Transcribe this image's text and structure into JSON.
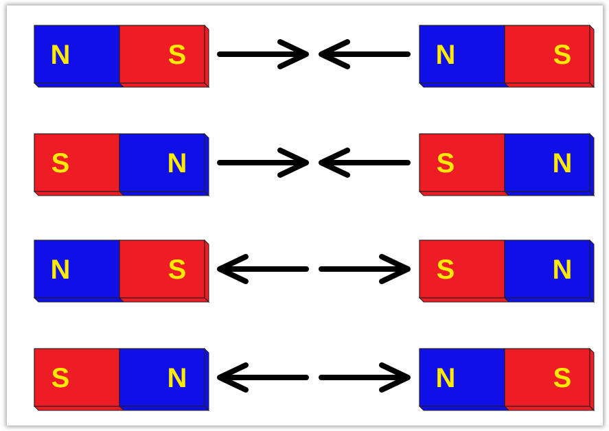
{
  "colors": {
    "north": "#1010e6",
    "south": "#ee1c24",
    "letter": "#ffea00",
    "arrow": "#000000",
    "edge_dark": "#202020"
  },
  "rows": [
    {
      "left_magnet": {
        "poles": [
          "N",
          "S"
        ]
      },
      "right_magnet": {
        "poles": [
          "N",
          "S"
        ]
      },
      "arrows": "inward"
    },
    {
      "left_magnet": {
        "poles": [
          "S",
          "N"
        ]
      },
      "right_magnet": {
        "poles": [
          "S",
          "N"
        ]
      },
      "arrows": "inward"
    },
    {
      "left_magnet": {
        "poles": [
          "N",
          "S"
        ]
      },
      "right_magnet": {
        "poles": [
          "S",
          "N"
        ]
      },
      "arrows": "outward"
    },
    {
      "left_magnet": {
        "poles": [
          "S",
          "N"
        ]
      },
      "right_magnet": {
        "poles": [
          "N",
          "S"
        ]
      },
      "arrows": "outward"
    }
  ]
}
